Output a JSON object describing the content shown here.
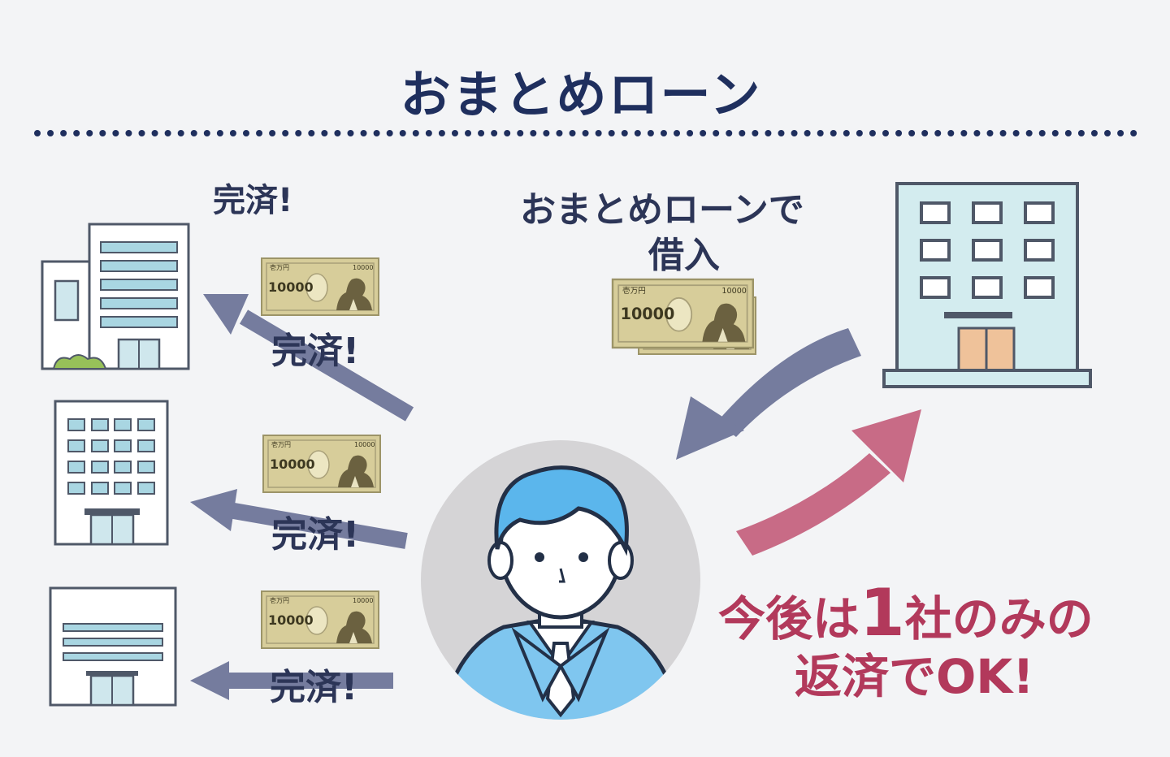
{
  "title": "おまとめローン",
  "labels": {
    "paid_top": "完済!",
    "paid": [
      "完済!",
      "完済!",
      "完済!"
    ],
    "borrow_line1": "おまとめローンで",
    "borrow_line2": "借入",
    "result_prefix": "今後は",
    "result_number": "1",
    "result_middle": "社のみの",
    "result_line2": "返済でOK!"
  },
  "banknote": {
    "denomination": "10000",
    "header": "壱万円"
  },
  "colors": {
    "navy": "#1f2f5e",
    "arrow_slate": "#757c9e",
    "arrow_pink": "#c86b86",
    "text_pink": "#b2395b",
    "building_teal": "#d3ecef",
    "person_blue": "#6bc0ee",
    "person_hair": "#5bb6ec"
  }
}
